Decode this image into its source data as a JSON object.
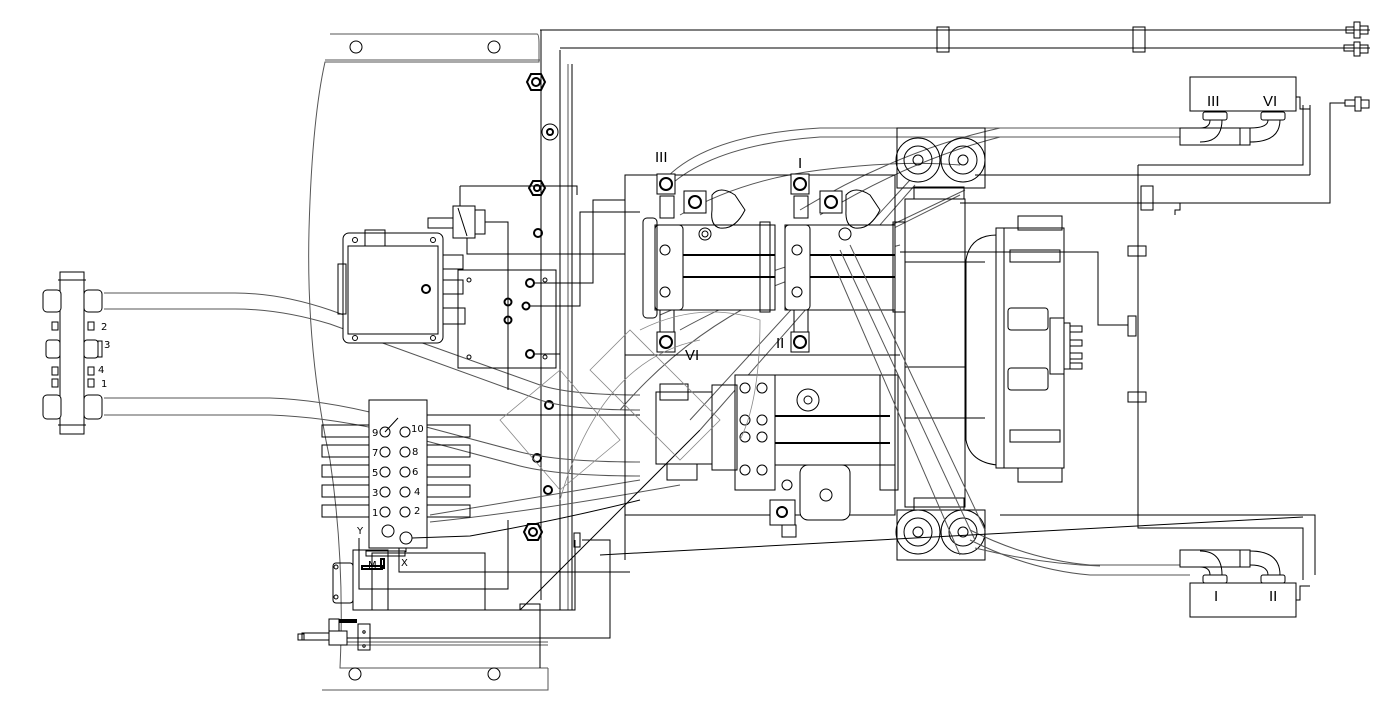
{
  "drawing": {
    "title": "Hydraulic system layout drawing",
    "background": "#ffffff",
    "line_color": "#000000"
  },
  "labels": {
    "pump_left_top": "III",
    "pump_right_top": "I",
    "pump_left_bottom": "VI",
    "pump_right_bottom": "II",
    "tank_top_left_port": "III",
    "tank_top_right_port": "VI",
    "tank_bottom_left_port": "I",
    "tank_bottom_right_port": "II",
    "x_port": "X",
    "y_port": "Y",
    "m_port": "M"
  },
  "manifold_left": {
    "ports": [
      "2",
      "3",
      "4",
      "1"
    ]
  },
  "valve_block": {
    "ports_left": [
      "9",
      "7",
      "5",
      "3",
      "1"
    ],
    "ports_right": [
      "10",
      "8",
      "6",
      "4",
      "2"
    ]
  }
}
